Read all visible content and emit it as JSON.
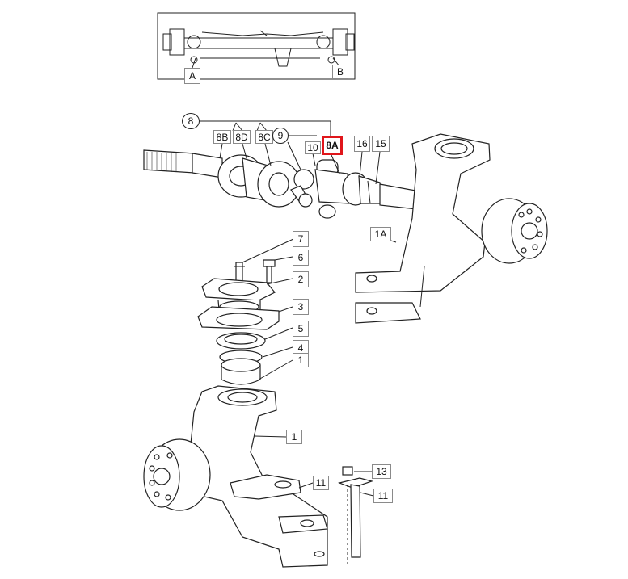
{
  "callouts": {
    "a": "A",
    "b": "B",
    "c8": "8",
    "c8b": "8B",
    "c8d": "8D",
    "c8c": "8C",
    "c9": "9",
    "c10": "10",
    "c8a": "8A",
    "c16": "16",
    "c15": "15",
    "c1a": "1A",
    "c7": "7",
    "c6": "6",
    "c2": "2",
    "c3": "3",
    "c5": "5",
    "c4": "4",
    "c1top": "1",
    "c1mid": "1",
    "c11left": "11",
    "c13": "13",
    "c11right": "11"
  },
  "colors": {
    "highlight": "#e0161b",
    "line": "#222222",
    "callout_border": "#8a8a8a"
  }
}
